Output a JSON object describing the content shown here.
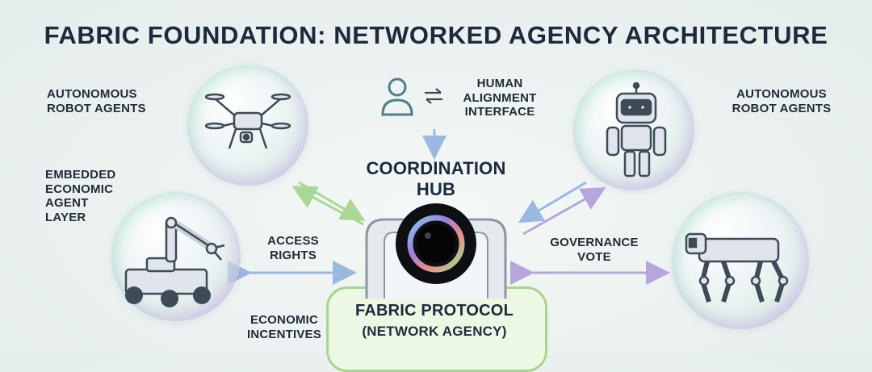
{
  "diagram": {
    "title": "FABRIC FOUNDATION: NETWORKED AGENCY ARCHITECTURE",
    "nodes": {
      "left_top_agents": {
        "label_line1": "AUTONOMOUS",
        "label_line2": "ROBOT AGENTS"
      },
      "right_top_agents": {
        "label_line1": "AUTONOMOUS",
        "label_line2": "ROBOT AGENTS"
      },
      "embedded_layer": {
        "line1": "EMBEDDED",
        "line2": "ECONOMIC",
        "line3": "AGENT",
        "line4": "LAYER"
      },
      "human_interface": {
        "line1": "HUMAN",
        "line2": "ALIGNMENT",
        "line3": "INTERFACE"
      },
      "hub": {
        "line1": "COORDINATION",
        "line2": "HUB"
      },
      "protocol": {
        "title": "FABRIC PROTOCOL",
        "subtitle": "(NETWORK AGENCY)"
      }
    },
    "edges": {
      "access_rights": {
        "line1": "ACCESS",
        "line2": "RIGHTS"
      },
      "governance_vote": {
        "line1": "GOVERNANCE",
        "line2": "VOTE"
      },
      "economic_incentives": {
        "line1": "ECONOMIC",
        "line2": "INCENTIVES"
      }
    },
    "icons": [
      "drone-icon",
      "robot-arm-rover-icon",
      "humanoid-robot-icon",
      "quadruped-robot-icon",
      "person-icon",
      "exchange-arrows-icon",
      "hub-lens-icon"
    ],
    "colors": {
      "green_arrow": "#a9d894",
      "blue_arrow": "#9bb8e0",
      "purple_arrow": "#b6a6dc",
      "text": "#1f2b36",
      "hub_box_border": "#a8d48d"
    }
  }
}
